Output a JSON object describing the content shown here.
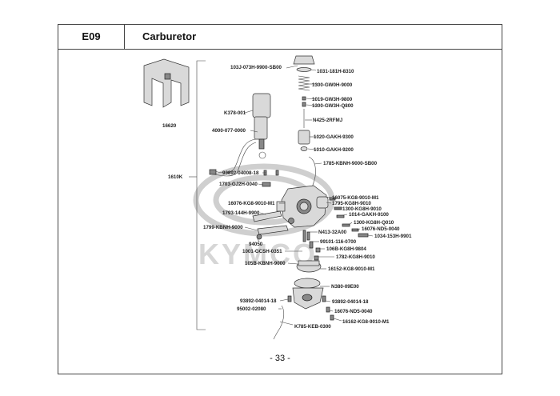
{
  "header": {
    "code": "E09",
    "title": "Carburetor"
  },
  "footer": {
    "page_number": "- 33 -"
  },
  "watermark": {
    "text": "KYMCO"
  },
  "labels": {
    "p16620": "16620",
    "p1610K": "1610K",
    "p103J": "103J-073H-9900-SB00",
    "p1031": "1031-181H-8310",
    "p1300gw0h": "1300-GW0H-9000",
    "p1019": "1019-GW3H-9800",
    "p1300gw3h": "1300-GW3H-Q800",
    "pK378": "K378-001",
    "pN425": "N425-2RFMJ",
    "p4000": "4000-077-0000",
    "p1020": "1020-GAKH-9300",
    "p1010": "1010-GAKH-9200",
    "p1785": "1785-KBNH-9000-SB00",
    "p93892a": "93892-04008-18",
    "p1703": "1703-GJ2H-0040",
    "p16075": "16075-KG8-9010-M1",
    "p16076a": "16076-KG8-9010-M1",
    "p1795": "1795-KG8H-9010",
    "p1300kg8h": "1300-KG8H-9010",
    "p1793": "1793-144H-9900",
    "p1014": "1014-GAKH-9100",
    "p1300q010": "1300-KG8H-Q010",
    "p16076nd5a": "16076-ND5-0040",
    "p1034": "1034-153H-9901",
    "p1799": "1799-KBNH-9000",
    "pN413": "N413-32A00",
    "p94050": "94050",
    "p99101": "99101-116-0700",
    "p106B": "106B-KG8H-9804",
    "p1001": "1001-GCSH-0351",
    "p1782": "1782-KG8H-9010",
    "p105B": "105B-KBNH-9000",
    "p16152": "16152-KG8-9010-M1",
    "pN380": "N380-09E00",
    "p93892b": "93892-04014-18",
    "p93892c": "93892-04014-18",
    "p95002": "95002-02080",
    "p16076nd5b": "16076-ND5-0040",
    "p16162": "16162-KG8-9010-M1",
    "pK785": "K785-KEB-0300"
  }
}
